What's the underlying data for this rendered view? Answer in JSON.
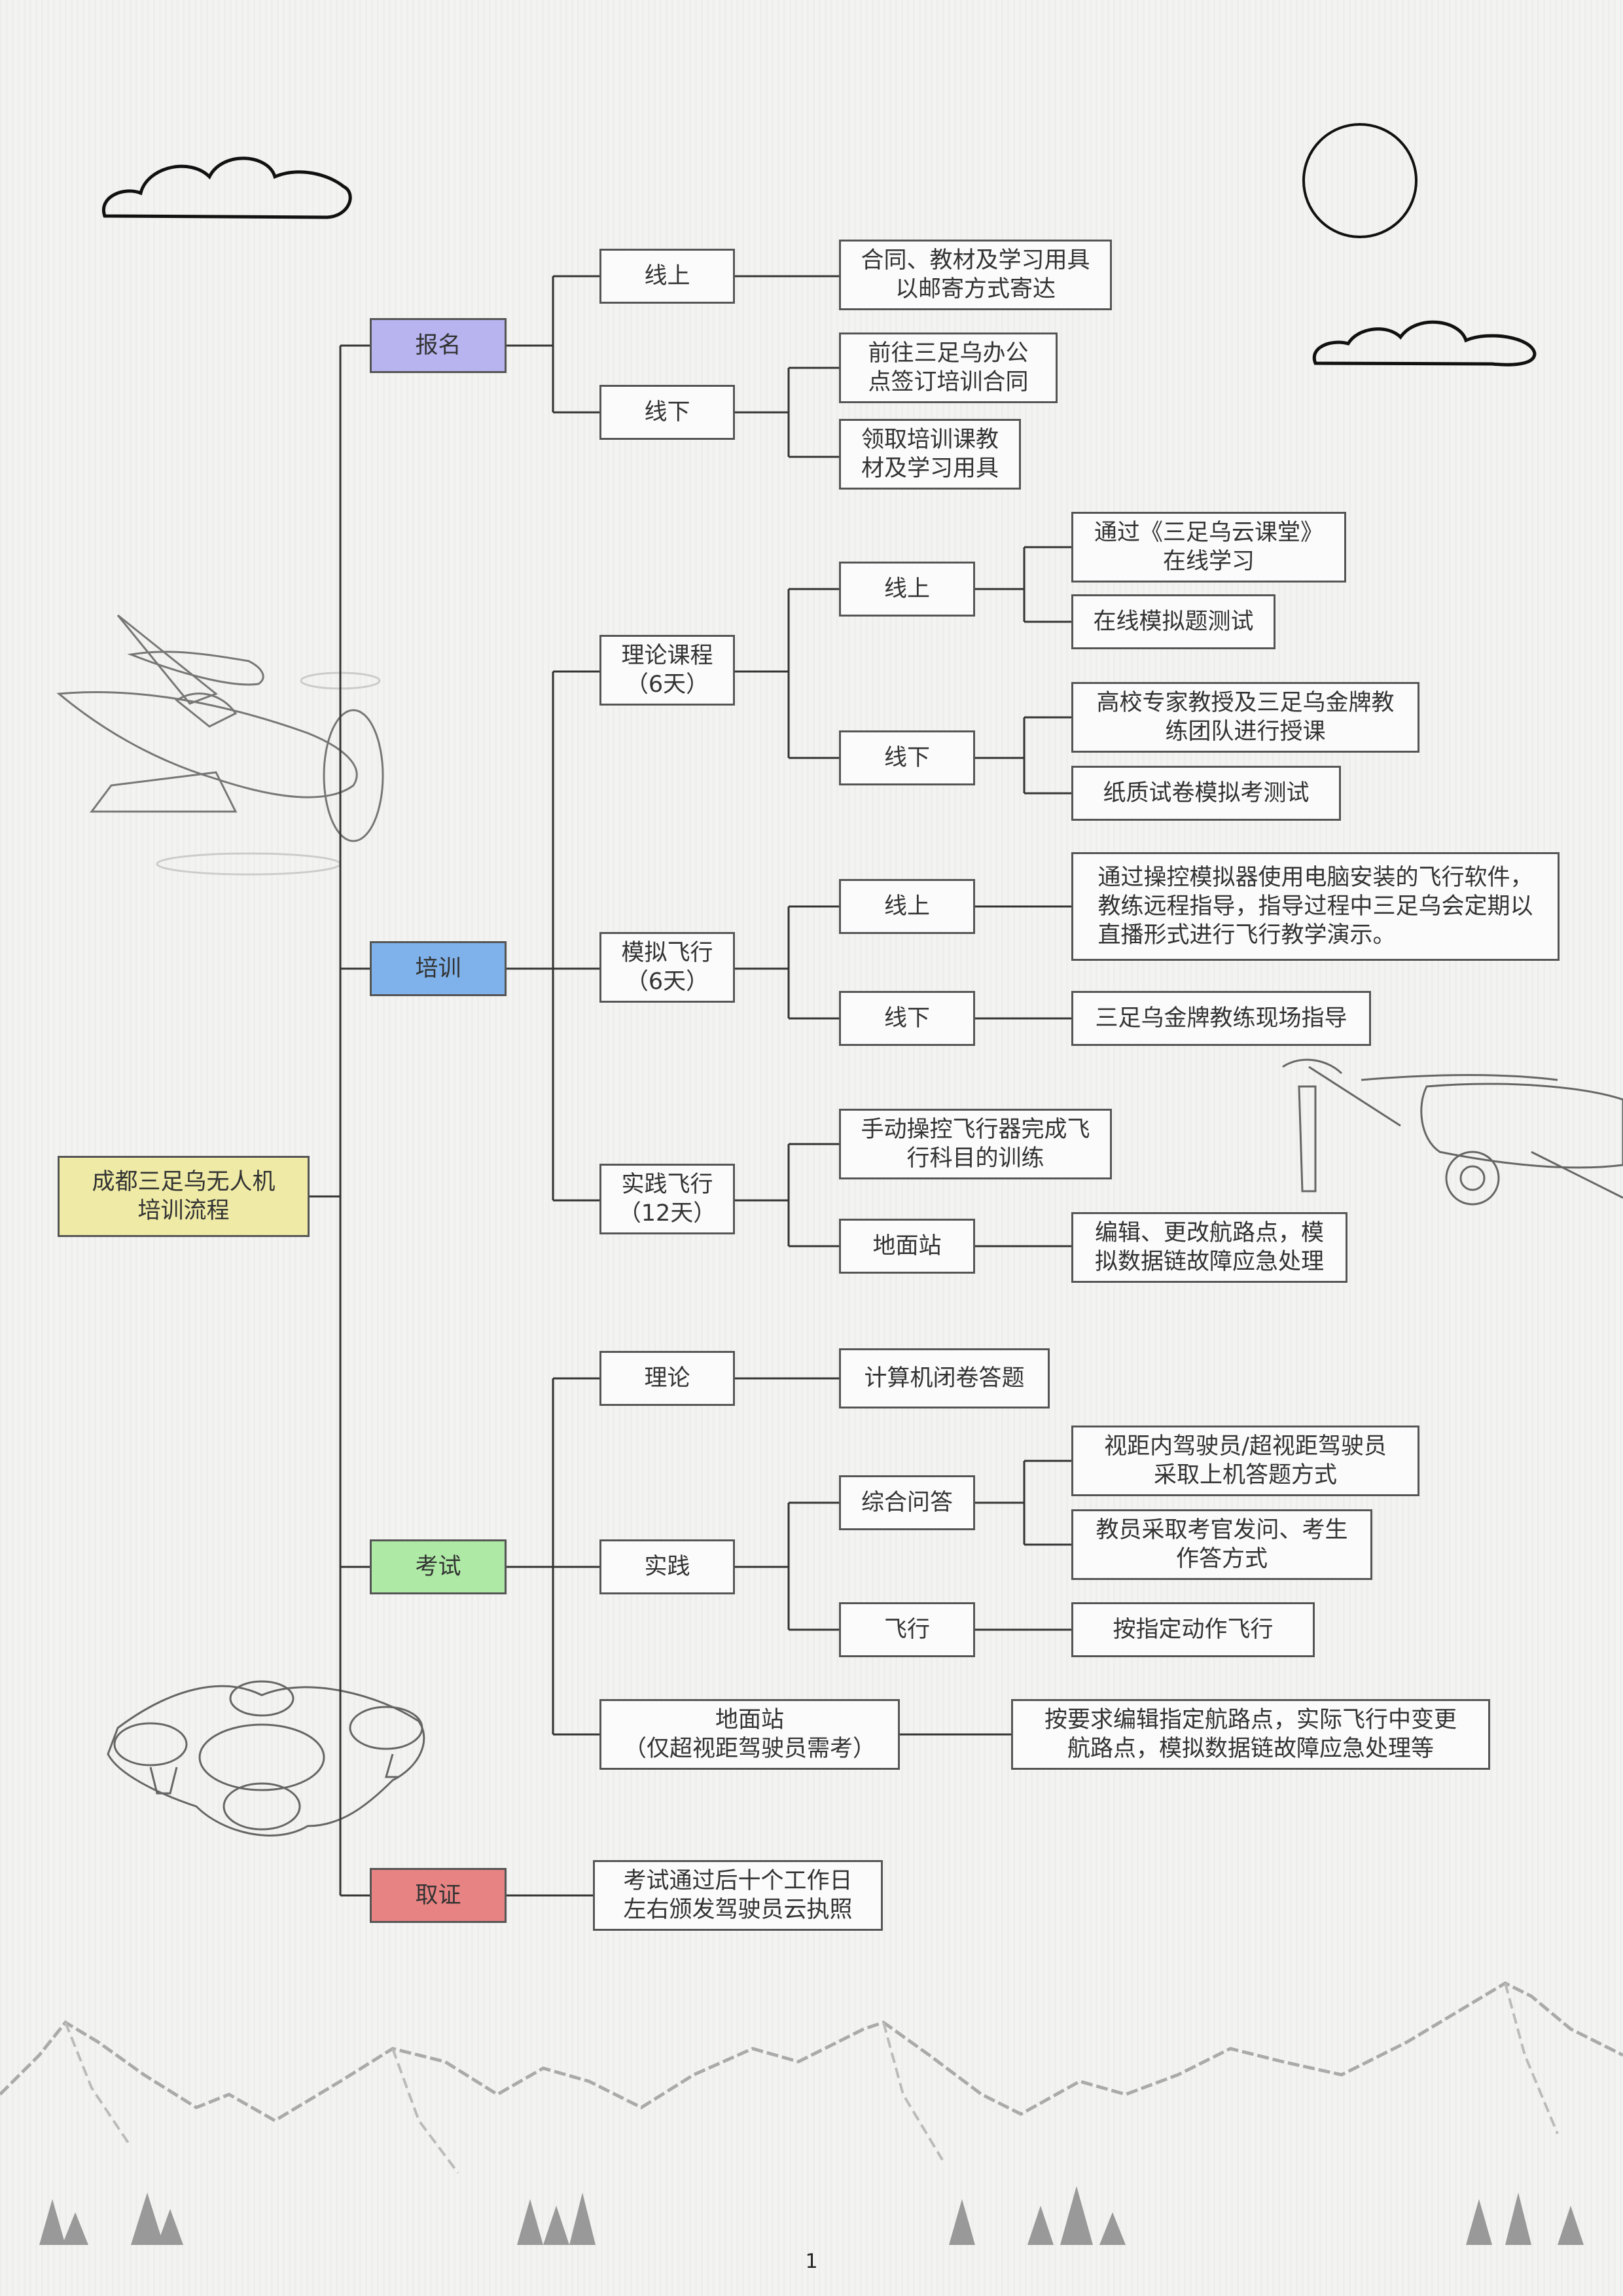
{
  "root": "成都三足乌无人机\n培训流程",
  "branches": {
    "signup": {
      "label": "报名",
      "online": "线上",
      "online_detail": "合同、教材及学习用具\n以邮寄方式寄达",
      "offline": "线下",
      "offline_detail_1": "前往三足乌办公\n点签订培训合同",
      "offline_detail_2": "领取培训课教\n材及学习用具"
    },
    "training": {
      "label": "培训",
      "theory": "理论课程\n（6天）",
      "theory_online": "线上",
      "theory_online_1": "通过《三足乌云课堂》\n在线学习",
      "theory_online_2": "在线模拟题测试",
      "theory_offline": "线下",
      "theory_offline_1": "高校专家教授及三足乌金牌教\n练团队进行授课",
      "theory_offline_2": "纸质试卷模拟考测试",
      "sim": "模拟飞行\n（6天）",
      "sim_online": "线上",
      "sim_online_1": "通过操控模拟器使用电脑安装的飞行软件，\n教练远程指导，指导过程中三足乌会定期以\n直播形式进行飞行教学演示。",
      "sim_offline": "线下",
      "sim_offline_1": "三足乌金牌教练现场指导",
      "practice": "实践飞行\n（12天）",
      "practice_1": "手动操控飞行器完成飞\n行科目的训练",
      "ground": "地面站",
      "ground_1": "编辑、更改航路点，模\n拟数据链故障应急处理"
    },
    "exam": {
      "label": "考试",
      "theory": "理论",
      "theory_1": "计算机闭卷答题",
      "practice": "实践",
      "qa": "综合问答",
      "qa_1": "视距内驾驶员/超视距驾驶员\n采取上机答题方式",
      "qa_2": "教员采取考官发问、考生\n作答方式",
      "flight": "飞行",
      "flight_1": "按指定动作飞行",
      "ground": "地面站\n（仅超视距驾驶员需考）",
      "ground_1": "按要求编辑指定航路点，实际飞行中变更\n航路点，模拟数据链故障应急处理等"
    },
    "license": {
      "label": "取证",
      "detail": "考试通过后十个工作日\n左右颁发驾驶员云执照"
    }
  },
  "page_number": "1"
}
